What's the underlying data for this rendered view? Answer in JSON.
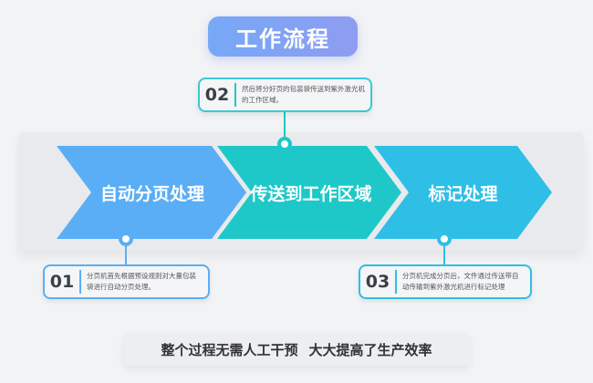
{
  "title": "工作流程",
  "steps": [
    {
      "label": "自动分页处理",
      "number": "01",
      "description": "分页机首先根据预设规则对大量包装袋进行自动分页处理。",
      "color": "#5aaef5"
    },
    {
      "label": "传送到工作区域",
      "number": "02",
      "description": "然后将分好页的包装袋传送到紫外激光机的工作区域。",
      "color": "#1ec8c8"
    },
    {
      "label": "标记处理",
      "number": "03",
      "description": "分页机完成分页后，文件通过传送带自动传输到紫外激光机进行标记处理",
      "color": "#2fbfe6"
    }
  ],
  "footer": {
    "part1": "整个过程无需人工干预",
    "part2": "大大提高了生产效率"
  }
}
